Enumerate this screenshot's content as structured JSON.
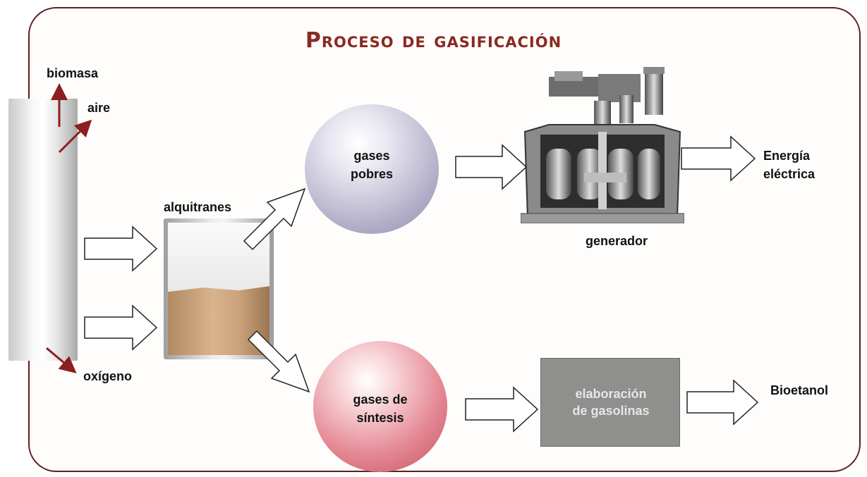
{
  "title": "Proceso de gasificación",
  "labels": {
    "biomasa": "biomasa",
    "aire": "aire",
    "oxigeno": "oxígeno",
    "alquitranes": "alquitranes",
    "gases_pobres_1": "gases",
    "gases_pobres_2": "pobres",
    "gases_sintesis_1": "gases de",
    "gases_sintesis_2": "síntesis",
    "generador": "generador",
    "energia_1": "Energía",
    "energia_2": "eléctrica",
    "elaboracion_1": "elaboración",
    "elaboracion_2": "de gasolinas",
    "bioetanol": "Bioetanol"
  },
  "colors": {
    "title": "#8a2a22",
    "frame": "#5a1e1e",
    "input_arrows": "#8b1e1e",
    "gases_pobres": "#b8b3cc",
    "gases_sintesis": "#e58a95",
    "process_box": "#8f8f8d"
  },
  "icons": {
    "pipe": "gasifier-column",
    "tank": "tar-tank",
    "machine": "engine-generator-icon"
  }
}
